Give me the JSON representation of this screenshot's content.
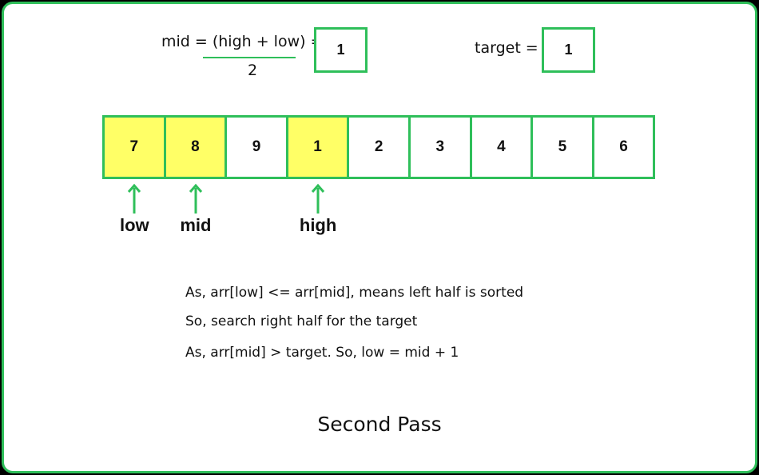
{
  "formula": {
    "numerator": "mid = (high + low) =",
    "denominator": "2",
    "mid_value": "1"
  },
  "target": {
    "label": "target =",
    "value": "1"
  },
  "array": {
    "cells": [
      {
        "value": "7",
        "highlight": true
      },
      {
        "value": "8",
        "highlight": true
      },
      {
        "value": "9",
        "highlight": false
      },
      {
        "value": "1",
        "highlight": true
      },
      {
        "value": "2",
        "highlight": false
      },
      {
        "value": "3",
        "highlight": false
      },
      {
        "value": "4",
        "highlight": false
      },
      {
        "value": "5",
        "highlight": false
      },
      {
        "value": "6",
        "highlight": false
      }
    ]
  },
  "pointers": [
    {
      "label": "low",
      "index": 0
    },
    {
      "label": "mid",
      "index": 1
    },
    {
      "label": "high",
      "index": 3
    }
  ],
  "notes": [
    "As, arr[low] <= arr[mid], means left half is sorted",
    "So, search right half for the target",
    "As, arr[mid] > target. So, low = mid + 1"
  ],
  "caption": "Second Pass",
  "colors": {
    "border": "#2fbf5a",
    "highlight": "#ffff66"
  }
}
